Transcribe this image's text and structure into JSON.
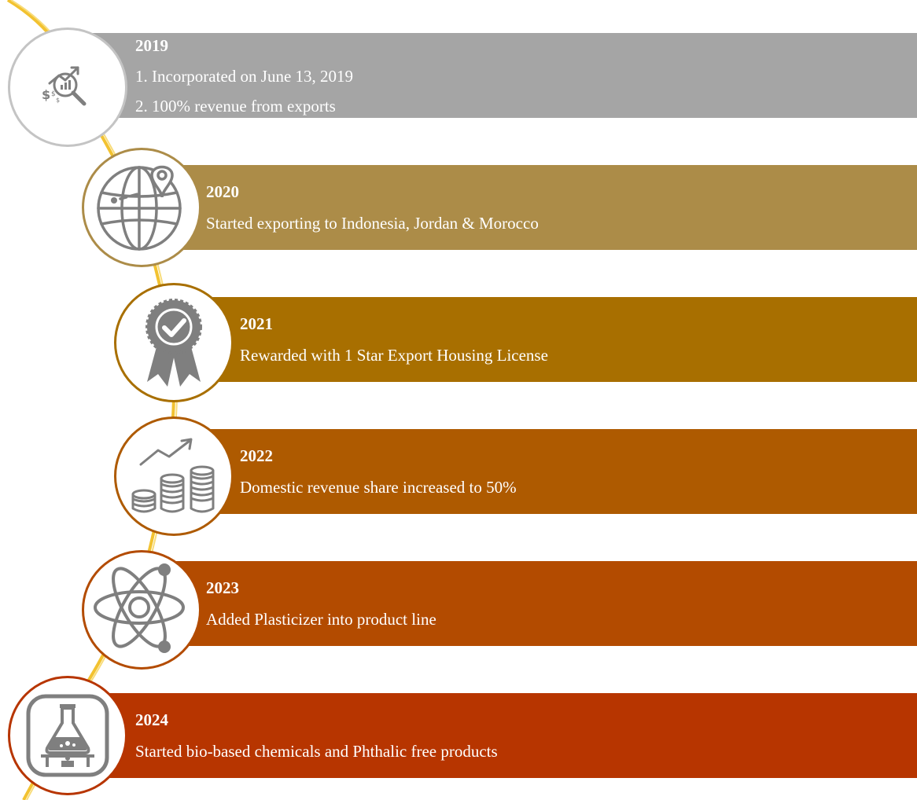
{
  "milestones": [
    {
      "year": "2019",
      "lines": [
        "1. Incorporated on June 13, 2019",
        "2. 100% revenue from exports"
      ],
      "color": "#a5a5a5",
      "ring": "#c4c4c4",
      "icon": "growth-analysis-icon"
    },
    {
      "year": "2020",
      "lines": [
        "Started exporting to Indonesia, Jordan & Morocco"
      ],
      "color": "#ac8c48",
      "ring": "#ac8c48",
      "icon": "globe-location-icon"
    },
    {
      "year": "2021",
      "lines": [
        "Rewarded with 1 Star Export Housing License"
      ],
      "color": "#a86f00",
      "ring": "#a86f00",
      "icon": "award-ribbon-icon"
    },
    {
      "year": "2022",
      "lines": [
        "Domestic revenue share increased to 50%"
      ],
      "color": "#ae5a00",
      "ring": "#ae5a00",
      "icon": "coins-growth-icon"
    },
    {
      "year": "2023",
      "lines": [
        "Added Plasticizer into product line"
      ],
      "color": "#b34b00",
      "ring": "#b34b00",
      "icon": "atom-icon"
    },
    {
      "year": "2024",
      "lines": [
        "Started bio-based chemicals and Phthalic free products"
      ],
      "color": "#b73500",
      "ring": "#b73500",
      "icon": "flask-burner-icon"
    }
  ],
  "connector_color": "#f2c230",
  "icon_color": "#7f7f7f"
}
